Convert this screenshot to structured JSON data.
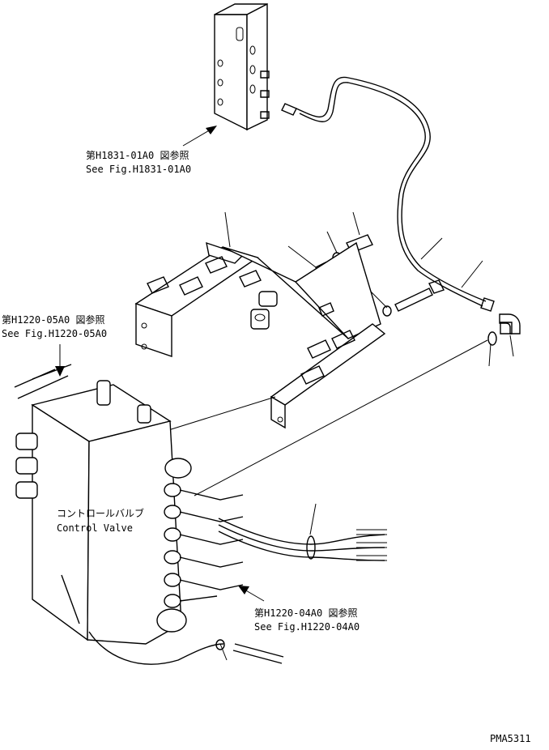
{
  "references": {
    "block_ref_jp": "第H1831-01A0 図参照",
    "block_ref_en": "See Fig.H1831-01A0",
    "left_ref_jp": "第H1220-05A0 図参照",
    "left_ref_en": "See Fig.H1220-05A0",
    "bottom_ref_jp": "第H1220-04A0 図参照",
    "bottom_ref_en": "See Fig.H1220-04A0"
  },
  "component": {
    "name_jp": "コントロールバルブ",
    "name_en": "Control Valve"
  },
  "drawing_code": "PMA5311"
}
